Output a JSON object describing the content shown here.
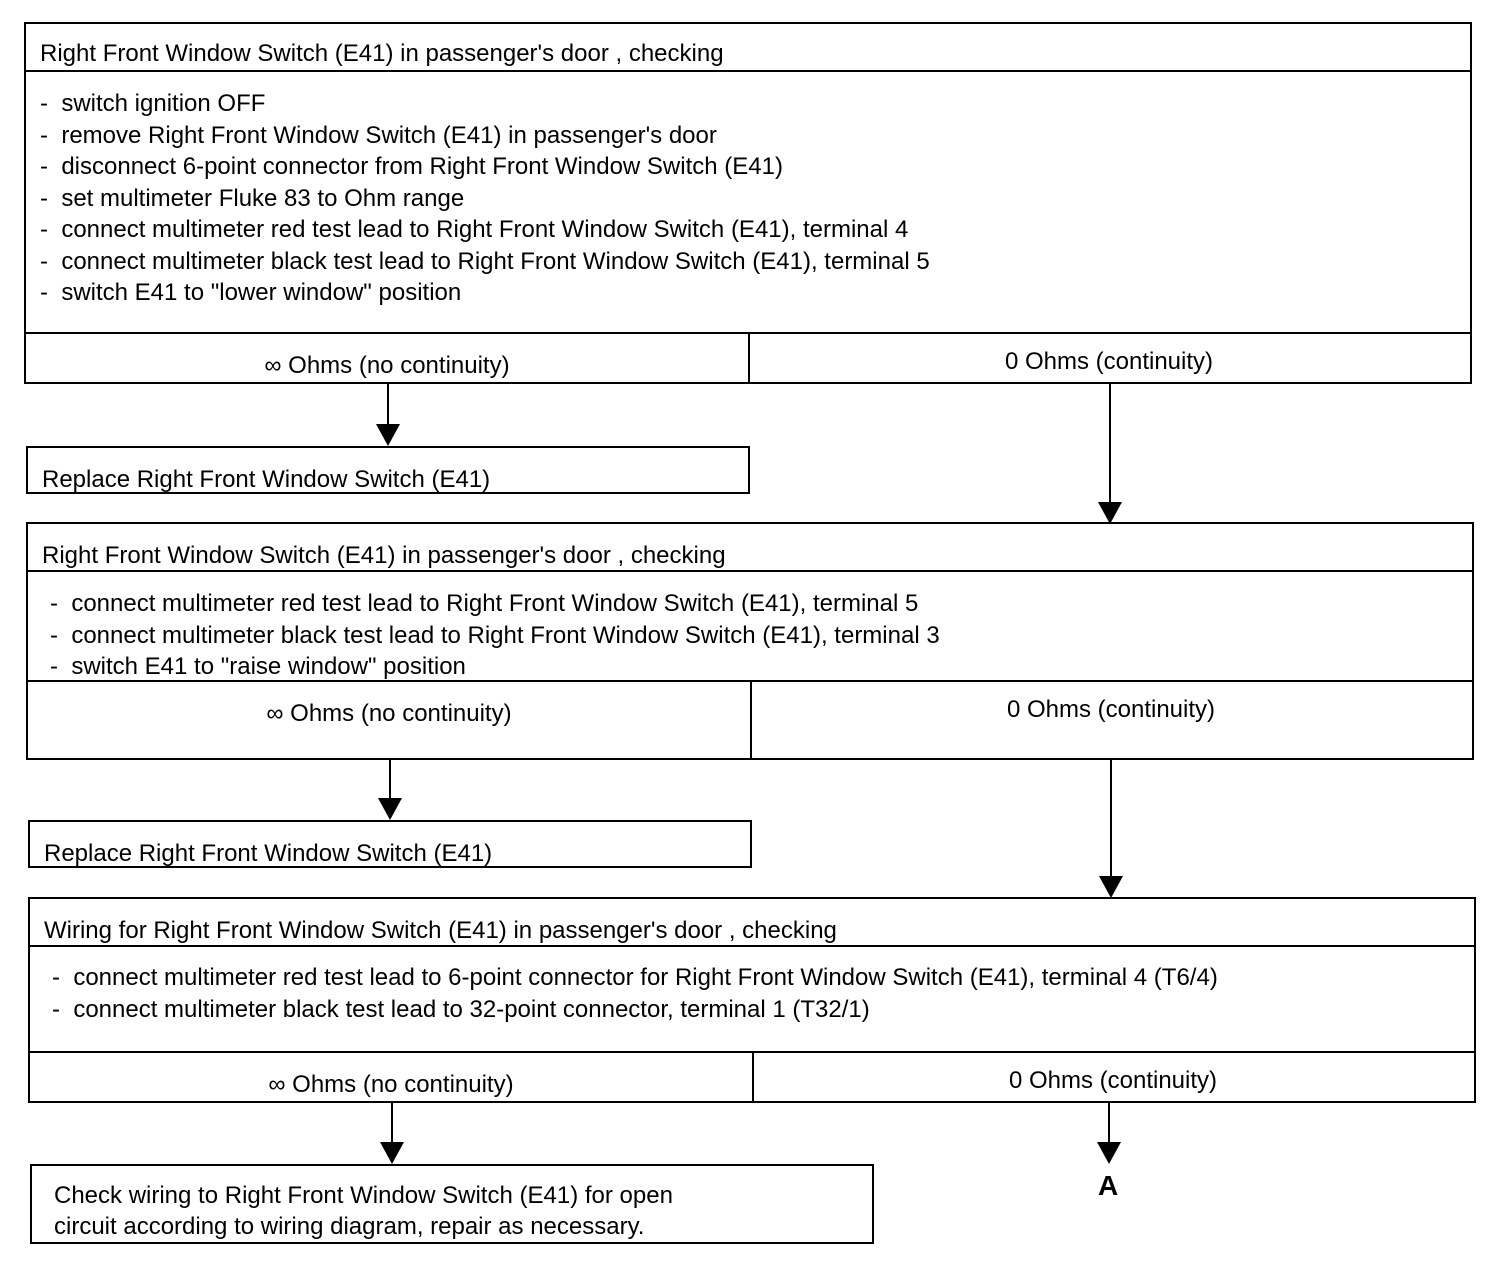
{
  "checks": [
    {
      "title": "Right Front Window Switch (E41) in passenger's door , checking",
      "steps": [
        "switch ignition OFF",
        "remove Right Front Window Switch (E41) in passenger's door",
        "disconnect 6-point connector from Right Front Window Switch (E41)",
        "set multimeter Fluke 83 to Ohm range",
        "connect multimeter red test lead to Right Front Window Switch (E41), terminal 4",
        "connect multimeter black test lead to Right Front Window Switch (E41), terminal 5",
        "switch E41 to \"lower window\" position"
      ],
      "result_no": "∞ Ohms  (no continuity)",
      "result_yes": "0 Ohms  (continuity)",
      "action_no": "Replace Right Front Window Switch (E41)"
    },
    {
      "title": "Right Front Window Switch (E41) in passenger's door , checking",
      "steps": [
        "connect multimeter red test lead to Right Front Window Switch (E41), terminal 5",
        "connect multimeter black test lead to Right Front Window Switch (E41), terminal 3",
        "switch E41 to \"raise window\" position"
      ],
      "result_no": "∞ Ohms  (no continuity)",
      "result_yes": "0 Ohms  (continuity)",
      "action_no": "Replace Right Front Window Switch (E41)"
    },
    {
      "title": "Wiring for Right Front Window Switch (E41) in passenger's door , checking",
      "steps": [
        "connect multimeter red test lead to 6-point connector for Right Front Window Switch (E41), terminal 4 (T6/4)",
        "connect multimeter black test lead to 32-point connector, terminal 1 (T32/1)"
      ],
      "result_no": "∞ Ohms  (no continuity)",
      "result_yes": "0 Ohms  (continuity)",
      "action_no_lines": [
        "Check wiring to Right Front Window Switch  (E41) for open",
        "circuit according to wiring  diagram,  repair as necessary."
      ]
    }
  ],
  "continue_label": "A"
}
